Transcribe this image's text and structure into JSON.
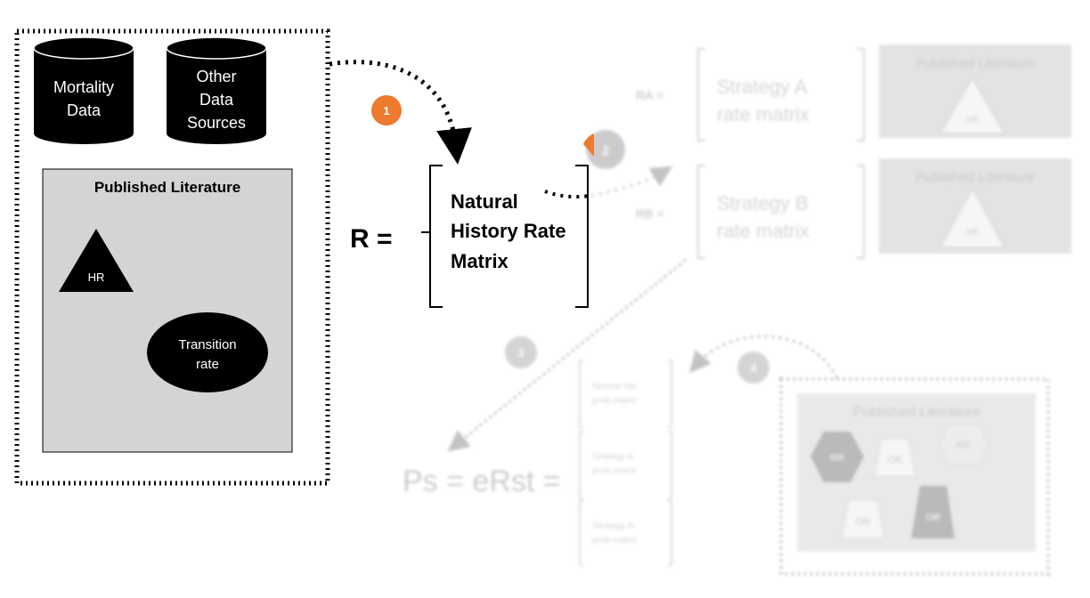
{
  "step1": {
    "data_sources": [
      "Mortality Data",
      "Other Data Sources"
    ],
    "literature_title": "Published Literature",
    "hr_label": "HR",
    "transition_label": "Transition rate",
    "badge": "1",
    "equation_lhs": "R =",
    "matrix_lines": [
      "Natural",
      "History Rate",
      "Matrix"
    ]
  },
  "step2": {
    "badge": "2",
    "strategies": [
      {
        "lhs": "RA =",
        "lines": [
          "Strategy A",
          "rate matrix"
        ],
        "literature_title": "Published Literature",
        "hr_label": "HR"
      },
      {
        "lhs": "RB =",
        "lines": [
          "Strategy B",
          "rate matrix"
        ],
        "literature_title": "Published Literature",
        "hr_label": "HR"
      }
    ]
  },
  "step3": {
    "badge": "3",
    "equation": "Ps = eRst =",
    "prob_matrices": [
      [
        "Natural His",
        "prob matrix"
      ],
      [
        "Strategy A",
        "prob matrix"
      ],
      [
        "Strategy B",
        "prob matrix"
      ]
    ]
  },
  "step4": {
    "badge": "4",
    "literature_title": "Published Literature",
    "shapes": [
      "RR",
      "OR",
      "RR",
      "OR",
      "OR"
    ]
  },
  "colors": {
    "badge": "#ee7a2f",
    "literature_bg": "#d4d4d4",
    "ink": "#000000"
  }
}
